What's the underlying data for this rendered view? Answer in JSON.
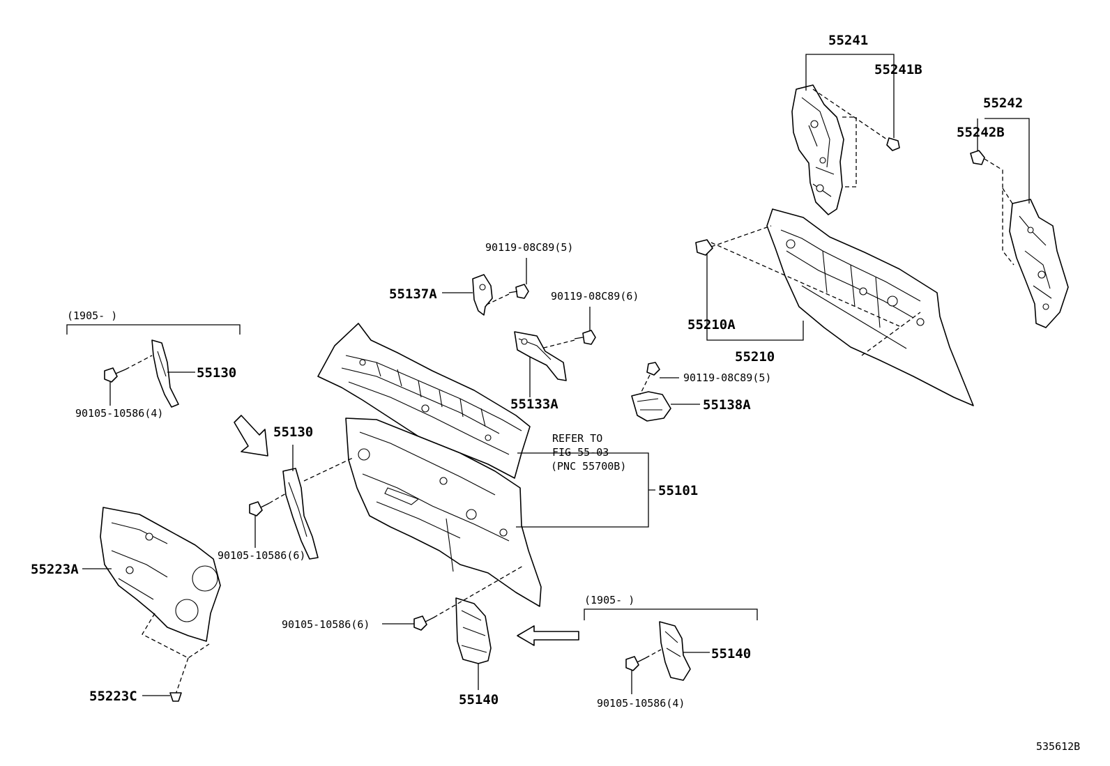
{
  "labels": {
    "p55241": "55241",
    "p55241B": "55241B",
    "p55242": "55242",
    "p55242B": "55242B",
    "p55210A": "55210A",
    "p55210": "55210",
    "p90119_5_top": "90119-08C89(5)",
    "p55137A": "55137A",
    "p90119_6": "90119-08C89(6)",
    "p55133A": "55133A",
    "p90119_5_right": "90119-08C89(5)",
    "p55138A": "55138A",
    "range_left": "(1905-      )",
    "p55130_top": "55130",
    "p90105_4_left": "90105-10586(4)",
    "p55130_mid": "55130",
    "refer1": "REFER TO",
    "refer2": "FIG 55-03",
    "refer3": "(PNC 55700B)",
    "p55101": "55101",
    "p90105_6_mid": "90105-10586(6)",
    "p55223A": "55223A",
    "p55223C": "55223C",
    "p90105_6_low": "90105-10586(6)",
    "p55140_low": "55140",
    "range_right": "(1905-      )",
    "p55140_right": "55140",
    "p90105_4_right": "90105-10586(4)",
    "figure_id": "535612B"
  },
  "icons": [
    "bolt-icon",
    "clip-icon",
    "arrow-icon"
  ]
}
